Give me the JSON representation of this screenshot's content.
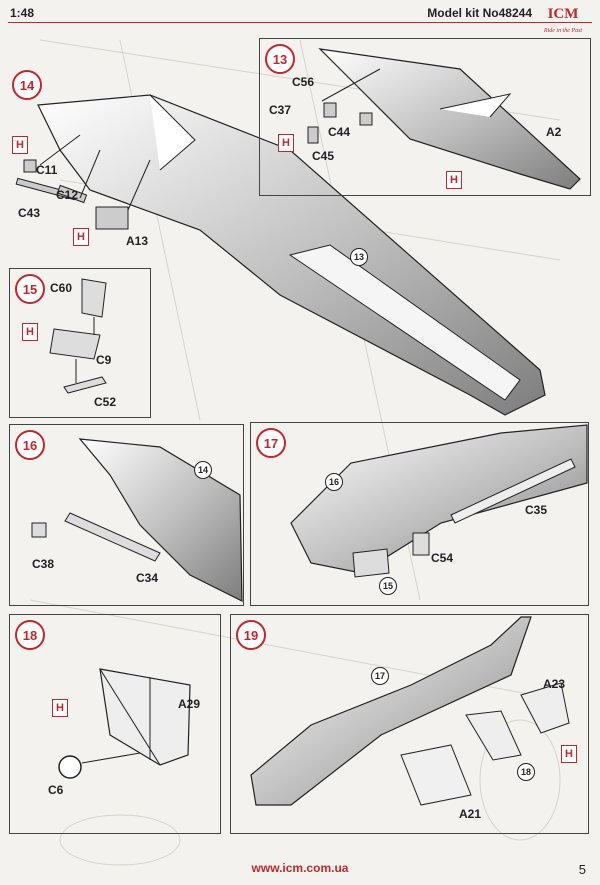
{
  "header": {
    "scale": "1:48",
    "model_kit": "Model kit No48244",
    "brand": "ICM",
    "brand_tagline": "Ride in the Past"
  },
  "steps": {
    "s13": {
      "number": "13",
      "parts": {
        "c56": "C56",
        "c37": "C37",
        "c44": "C44",
        "c45": "C45",
        "a2": "A2"
      },
      "glue_h1": "H",
      "glue_h2": "H"
    },
    "s14": {
      "number": "14",
      "parts": {
        "c11": "C11",
        "c12": "C12",
        "c43": "C43",
        "a13": "A13"
      },
      "glue_h1": "H",
      "glue_h2": "H",
      "ref": "13"
    },
    "s15": {
      "number": "15",
      "parts": {
        "c60": "C60",
        "c9": "C9",
        "c52": "C52"
      },
      "glue_h": "H"
    },
    "s16": {
      "number": "16",
      "parts": {
        "c38": "C38",
        "c34": "C34"
      },
      "ref": "14"
    },
    "s17": {
      "number": "17",
      "parts": {
        "c35": "C35",
        "c54": "C54"
      },
      "ref1": "16",
      "ref2": "15"
    },
    "s18": {
      "number": "18",
      "parts": {
        "a29": "A29",
        "c6": "C6"
      },
      "glue_h": "H"
    },
    "s19": {
      "number": "19",
      "parts": {
        "a23": "A23",
        "a21": "A21"
      },
      "glue_h": "H",
      "ref1": "17",
      "ref2": "18"
    }
  },
  "footer": {
    "url": "www.icm.com.ua",
    "page": "5"
  },
  "colors": {
    "accent": "#c0282d",
    "line": "#222222"
  }
}
